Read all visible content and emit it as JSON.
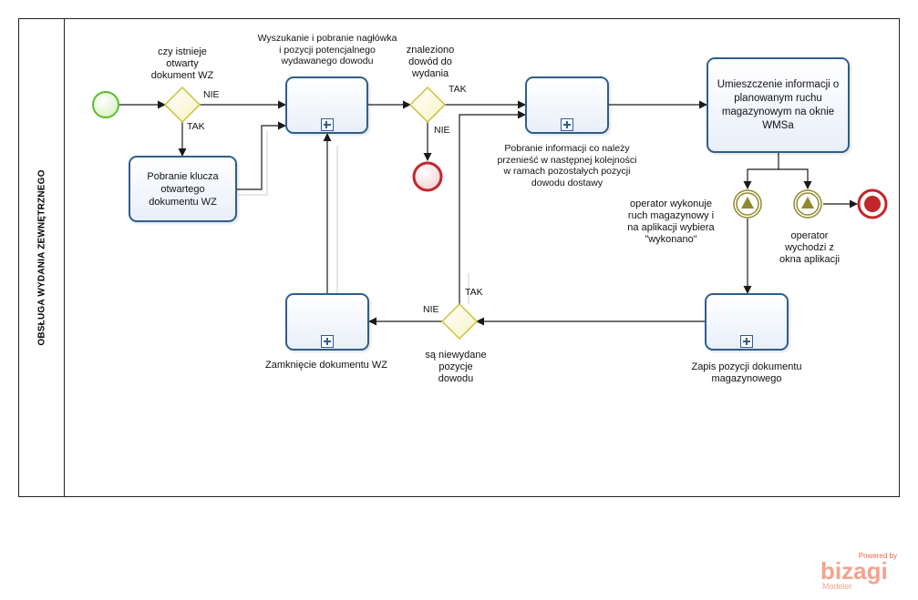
{
  "lane": {
    "title": "OBSŁUGA WYDANIA ZEWNĘTRZNEGO"
  },
  "tasks": {
    "pobranie_klucza": "Pobranie klucza otwartego dokumentu WZ",
    "wyszukanie": "",
    "pobranie_info": "",
    "umieszczenie": "Umieszczenie informacji o planowanym ruchu magazynowym na oknie WMSa",
    "zamkniecie": "",
    "zapis": ""
  },
  "labels": {
    "gateway_open_wz": [
      "czy istnieje",
      "otwarty",
      "dokument WZ"
    ],
    "wyszukanie": [
      "Wyszukanie i pobranie nagłówka",
      "i pozycji potencjalnego",
      "wydawanego dowodu"
    ],
    "gateway_found": [
      "znaleziono",
      "dowód do",
      "wydania"
    ],
    "pobranie_info": [
      "Pobranie informacji co należy",
      "przenieść w następnej kolejności",
      "w ramach pozostałych pozycji",
      "dowodu dostawy"
    ],
    "event_wykonuje": [
      "operator wykonuje",
      "ruch magazynowy i",
      "na aplikacji wybiera",
      "\"wykonano\""
    ],
    "event_wychodzi": [
      "operator",
      "wychodzi z",
      "okna aplikacji"
    ],
    "zamkniecie": [
      "Zamknięcie dokumentu WZ"
    ],
    "gateway_remaining": [
      "są niewydane",
      "pozycje",
      "dowodu"
    ],
    "zapis": [
      "Zapis pozycji dokumentu",
      "magazynowego"
    ]
  },
  "flow_labels": {
    "g1_nie": "NIE",
    "g1_tak": "TAK",
    "g2_tak": "TAK",
    "g2_nie": "NIE",
    "g3_tak": "TAK",
    "g3_nie": "NIE"
  },
  "watermark": {
    "powered": "Powered by",
    "brand": "bizagi",
    "product": "Modeler"
  },
  "colors": {
    "task_border": "#2e5e8c",
    "start_event": "#5bbd2a",
    "end_event": "#c1272d",
    "gateway": "#c9c23a",
    "intermediate_event": "#8f8a2e",
    "connector": "#1a1a1a"
  }
}
